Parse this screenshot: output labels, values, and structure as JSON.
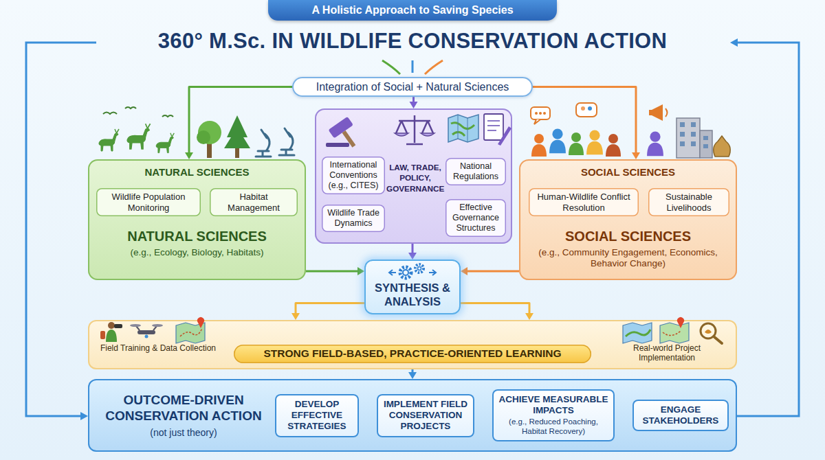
{
  "diagram": {
    "title": "360° M.Sc. IN WILDLIFE CONSERVATION ACTION",
    "nodes": [
      {
        "text": [
          "A Holistic Approach to Saving Species"
        ]
      },
      {
        "text": [
          "Integration of Social + Natural Sciences"
        ]
      },
      {
        "text": [
          "NATURAL SCIENCES",
          "NATURAL SCIENCES",
          "(e.g., Ecology, Biology, Habitats)"
        ]
      },
      {
        "text": [
          "Wildlife Population Monitoring"
        ],
        "in": 2
      },
      {
        "text": [
          "Habitat Management"
        ],
        "in": 2
      },
      {
        "text": [
          "LAW, TRADE, POLICY, GOVERNANCE"
        ]
      },
      {
        "text": [
          "International Conventions (e.g., CITES)"
        ],
        "in": 5
      },
      {
        "text": [
          "National Regulations"
        ],
        "in": 5
      },
      {
        "text": [
          "Wildlife Trade Dynamics"
        ],
        "in": 5
      },
      {
        "text": [
          "Effective Governance Structures"
        ],
        "in": 5
      },
      {
        "text": [
          "SOCIAL SCIENCES",
          "SOCIAL SCIENCES",
          "(e.g., Community Engagement, Economics, Behavior Change)"
        ]
      },
      {
        "text": [
          "Human-Wildlife Conflict Resolution"
        ],
        "in": 10
      },
      {
        "text": [
          "Sustainable Livelihoods"
        ],
        "in": 10
      },
      {
        "text": [
          "SYNTHESIS & ANALYSIS"
        ]
      },
      {
        "text": [
          "Field Training & Data Collection",
          "Real-world Project Implementation"
        ]
      },
      {
        "text": [
          "STRONG FIELD-BASED, PRACTICE-ORIENTED LEARNING"
        ],
        "in": 14
      },
      {
        "text": [
          "OUTCOME-DRIVEN CONSERVATION ACTION",
          "(not just theory)"
        ]
      },
      {
        "text": [
          "DEVELOP EFFECTIVE STRATEGIES"
        ],
        "in": 16
      },
      {
        "text": [
          "IMPLEMENT FIELD CONSERVATION PROJECTS"
        ],
        "in": 16
      },
      {
        "text": [
          "ACHIEVE MEASURABLE IMPACTS",
          "(e.g., Reduced Poaching, Habitat Recovery)"
        ],
        "in": 16
      },
      {
        "text": [
          "ENGAGE STAKEHOLDERS"
        ],
        "in": 16
      }
    ],
    "edges": [
      {
        "from": 1,
        "to": 2,
        "arrow": "to"
      },
      {
        "from": 1,
        "to": 5,
        "arrow": "to"
      },
      {
        "from": 1,
        "to": 10,
        "arrow": "to"
      },
      {
        "from": 2,
        "to": 13,
        "arrow": "to"
      },
      {
        "from": 5,
        "to": 13,
        "arrow": "to"
      },
      {
        "from": 10,
        "to": 13,
        "arrow": "to"
      },
      {
        "from": 13,
        "to": 14,
        "arrow": "to"
      },
      {
        "from": 13,
        "to": 14,
        "arrow": "to"
      },
      {
        "from": 14,
        "to": 16,
        "arrow": "to"
      },
      {
        "from": 17,
        "to": 18,
        "arrow": "to"
      },
      {
        "from": 18,
        "to": 19,
        "arrow": "to"
      },
      {
        "from": 19,
        "to": 20,
        "arrow": "to"
      }
    ]
  }
}
